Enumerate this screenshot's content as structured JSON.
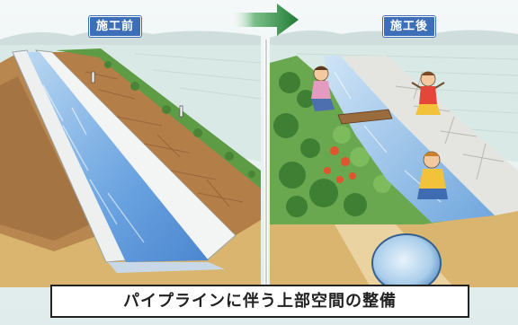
{
  "panels": {
    "before_label": "施工前",
    "after_label": "施工後"
  },
  "caption": "パイプラインに伴う上部空間の整備",
  "colors": {
    "badge": "#3d6fb8",
    "sky": "#eef4f4",
    "field": "#d7e8e6",
    "water": "#7fb2e8",
    "soil": "#d9b77a",
    "grass": "#5d9b45",
    "arrow": "#2e8b3e"
  },
  "icons": {
    "transition": "arrow-right-icon"
  }
}
